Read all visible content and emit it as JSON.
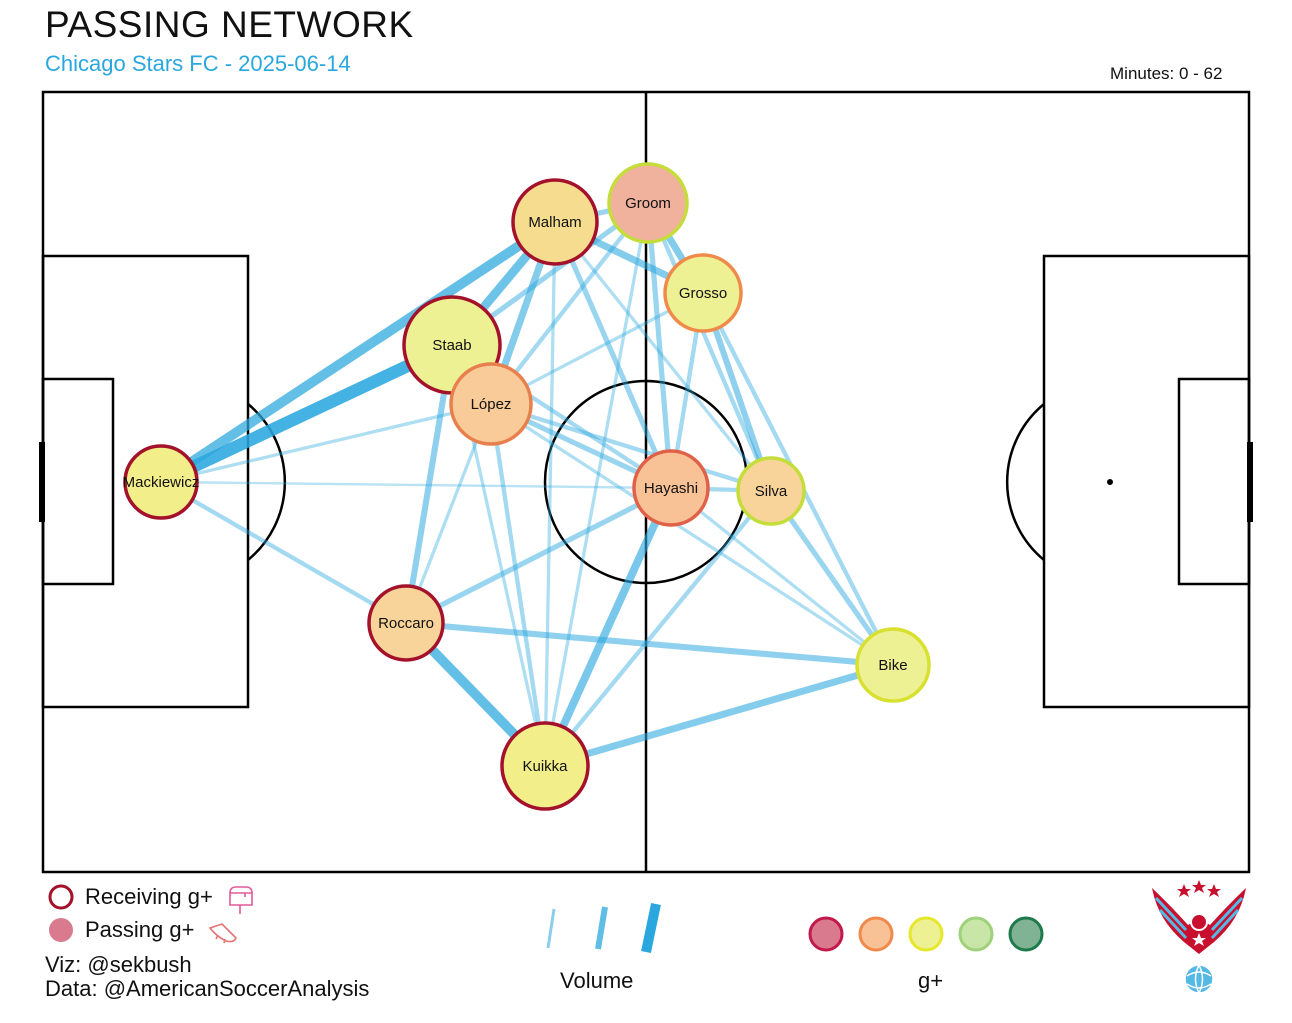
{
  "header": {
    "title": "PASSING NETWORK",
    "subtitle": "Chicago Stars FC - 2025-06-14",
    "minutes": "Minutes: 0 - 62"
  },
  "legend": {
    "receiving_label": "Receiving g+",
    "receiving_icon": "mailbox-icon",
    "passing_label": "Passing g+",
    "passing_icon": "cleat-icon",
    "volume_label": "Volume",
    "gplus_label": "g+",
    "gplus_colors": [
      "#c2184a",
      "#f08a4b",
      "#e5e82a",
      "#9fd17a",
      "#1f7a4a"
    ]
  },
  "credits": {
    "viz": "Viz: @sekbush",
    "data": "Data: @AmericanSoccerAnalysis"
  },
  "logo": "chicago-stars-eagle-logo",
  "chart_data": {
    "type": "network",
    "colors": {
      "edge": "#2aa7de",
      "pitch_line": "#000000"
    },
    "players": [
      {
        "name": "Mackiewicz",
        "fill": "#f2ee8a",
        "ring": "#a3112b",
        "size": 36
      },
      {
        "name": "Staab",
        "fill": "#eef094",
        "ring": "#a3112b",
        "size": 48
      },
      {
        "name": "López",
        "fill": "#f8cb98",
        "ring": "#e8804e",
        "size": 40
      },
      {
        "name": "Malham",
        "fill": "#f6dc8e",
        "ring": "#a3112b",
        "size": 42
      },
      {
        "name": "Groom",
        "fill": "#f0b29c",
        "ring": "#c5dd3a",
        "size": 39
      },
      {
        "name": "Grosso",
        "fill": "#eef094",
        "ring": "#ef8a48",
        "size": 38
      },
      {
        "name": "Hayashi",
        "fill": "#f8c296",
        "ring": "#e06048",
        "size": 37
      },
      {
        "name": "Silva",
        "fill": "#f8d49a",
        "ring": "#c5dd3a",
        "size": 33
      },
      {
        "name": "Roccaro",
        "fill": "#f8d49a",
        "ring": "#a3112b",
        "size": 37
      },
      {
        "name": "Kuikka",
        "fill": "#f2ee8a",
        "ring": "#a3112b",
        "size": 43
      },
      {
        "name": "Bike",
        "fill": "#eef094",
        "ring": "#d8e030",
        "size": 36
      }
    ],
    "edges": [
      {
        "from": "Mackiewicz",
        "to": "Staab",
        "volume": 12
      },
      {
        "from": "Mackiewicz",
        "to": "Malham",
        "volume": 9
      },
      {
        "from": "Mackiewicz",
        "to": "López",
        "volume": 2
      },
      {
        "from": "Mackiewicz",
        "to": "Hayashi",
        "volume": 1
      },
      {
        "from": "Mackiewicz",
        "to": "Roccaro",
        "volume": 3
      },
      {
        "from": "Staab",
        "to": "Malham",
        "volume": 8
      },
      {
        "from": "Staab",
        "to": "Groom",
        "volume": 4
      },
      {
        "from": "Staab",
        "to": "Roccaro",
        "volume": 5
      },
      {
        "from": "Staab",
        "to": "Hayashi",
        "volume": 3
      },
      {
        "from": "Staab",
        "to": "Kuikka",
        "volume": 2
      },
      {
        "from": "López",
        "to": "Malham",
        "volume": 6
      },
      {
        "from": "López",
        "to": "Groom",
        "volume": 3
      },
      {
        "from": "López",
        "to": "Grosso",
        "volume": 2
      },
      {
        "from": "López",
        "to": "Hayashi",
        "volume": 4
      },
      {
        "from": "López",
        "to": "Silva",
        "volume": 3
      },
      {
        "from": "López",
        "to": "Kuikka",
        "volume": 3
      },
      {
        "from": "López",
        "to": "Roccaro",
        "volume": 2
      },
      {
        "from": "López",
        "to": "Bike",
        "volume": 2
      },
      {
        "from": "Malham",
        "to": "Groom",
        "volume": 4
      },
      {
        "from": "Malham",
        "to": "Grosso",
        "volume": 6
      },
      {
        "from": "Malham",
        "to": "Hayashi",
        "volume": 4
      },
      {
        "from": "Malham",
        "to": "Silva",
        "volume": 2
      },
      {
        "from": "Malham",
        "to": "Kuikka",
        "volume": 2
      },
      {
        "from": "Groom",
        "to": "Grosso",
        "volume": 6
      },
      {
        "from": "Groom",
        "to": "Hayashi",
        "volume": 4
      },
      {
        "from": "Groom",
        "to": "Silva",
        "volume": 3
      },
      {
        "from": "Groom",
        "to": "Kuikka",
        "volume": 2
      },
      {
        "from": "Grosso",
        "to": "Silva",
        "volume": 5
      },
      {
        "from": "Grosso",
        "to": "Bike",
        "volume": 3
      },
      {
        "from": "Grosso",
        "to": "Hayashi",
        "volume": 3
      },
      {
        "from": "Hayashi",
        "to": "Silva",
        "volume": 3
      },
      {
        "from": "Hayashi",
        "to": "Kuikka",
        "volume": 7
      },
      {
        "from": "Hayashi",
        "to": "Roccaro",
        "volume": 4
      },
      {
        "from": "Hayashi",
        "to": "Bike",
        "volume": 2
      },
      {
        "from": "Silva",
        "to": "Bike",
        "volume": 4
      },
      {
        "from": "Silva",
        "to": "Kuikka",
        "volume": 3
      },
      {
        "from": "Roccaro",
        "to": "Kuikka",
        "volume": 9
      },
      {
        "from": "Roccaro",
        "to": "Bike",
        "volume": 5
      },
      {
        "from": "Kuikka",
        "to": "Bike",
        "volume": 6
      }
    ]
  }
}
